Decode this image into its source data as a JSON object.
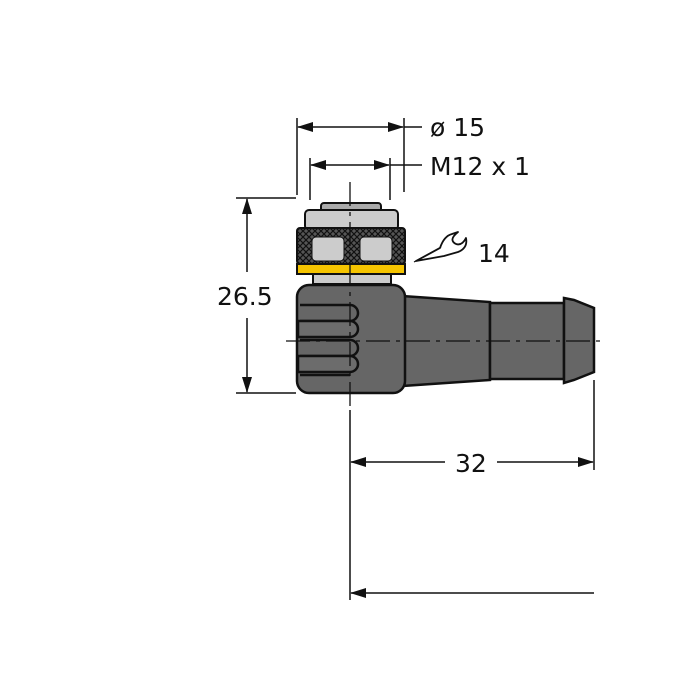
{
  "drawing": {
    "type": "technical-dimension-drawing",
    "subject": "angled connector M12 with cable",
    "colors": {
      "body": "#666666",
      "cap_light": "#cccccc",
      "knurl": "#333333",
      "ring": "#f5c400",
      "line": "#111111",
      "background": "#ffffff"
    },
    "dimensions": {
      "outer_diameter": "ø 15",
      "thread": "M12 x 1",
      "wrench_size": "14",
      "height": "26.5",
      "length": "32"
    },
    "icons": {
      "wrench": "wrench-icon"
    }
  }
}
